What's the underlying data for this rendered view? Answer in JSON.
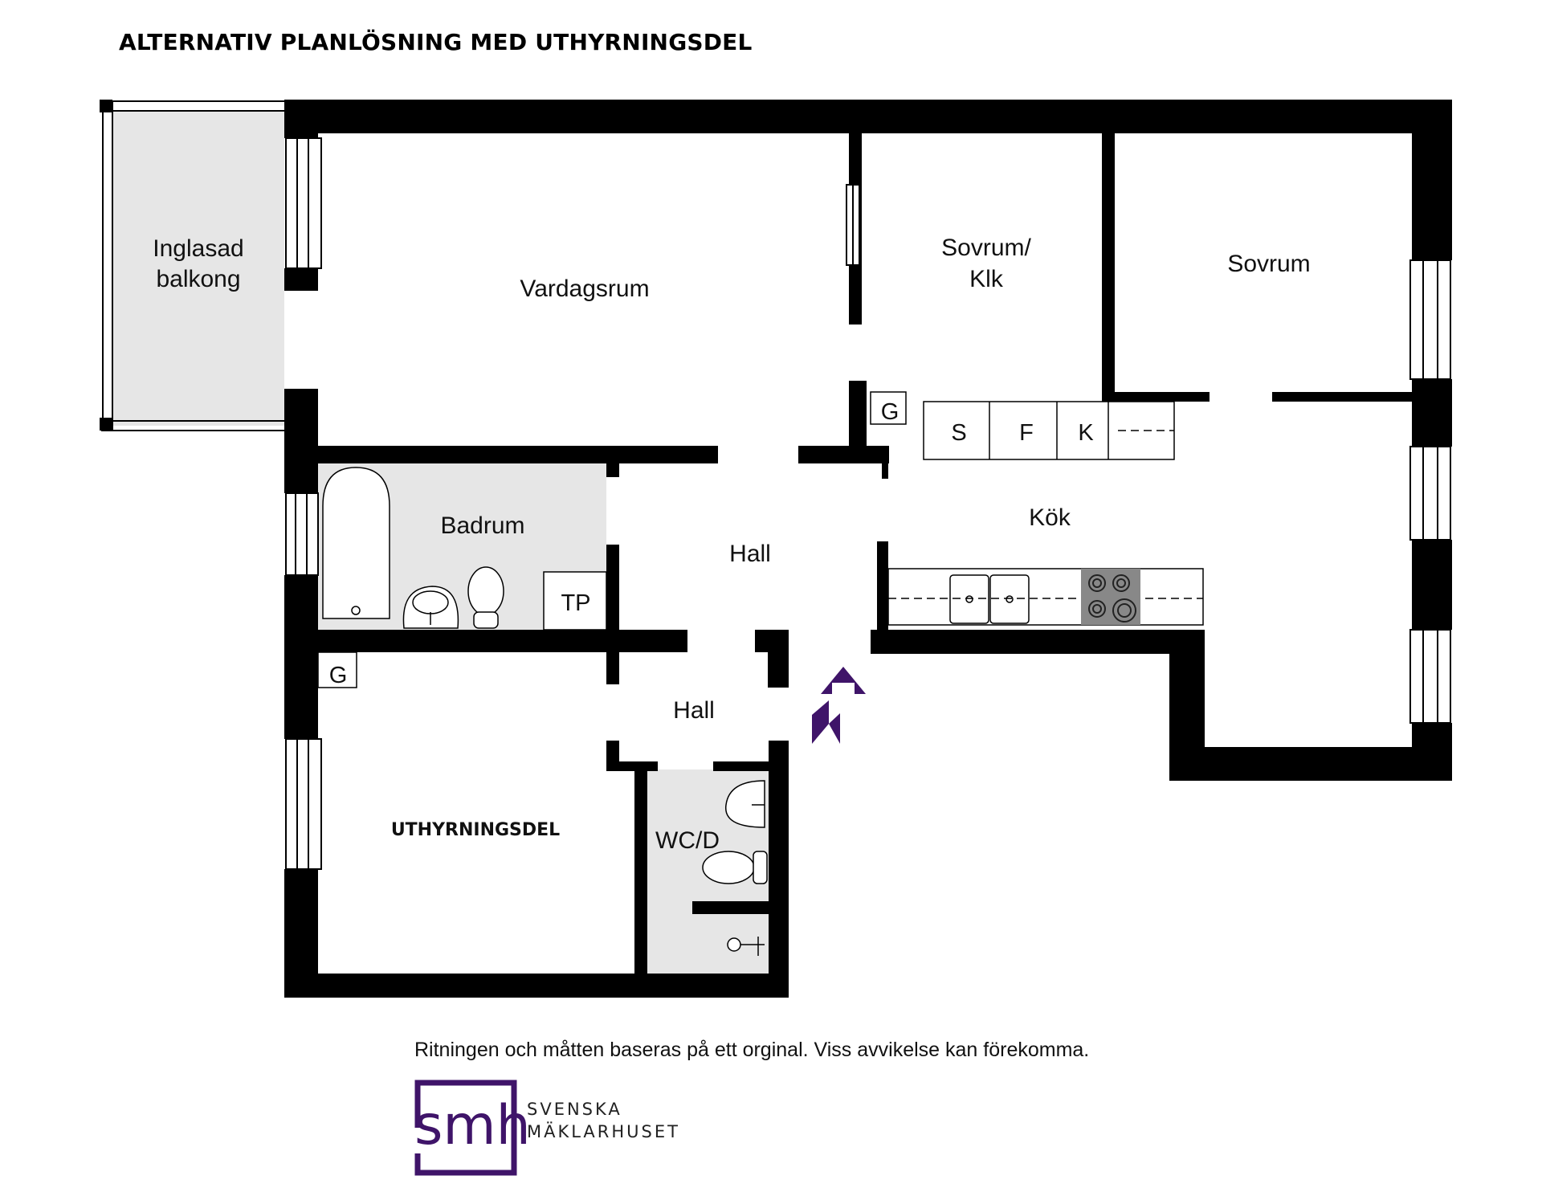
{
  "title": "ALTERNATIV PLANLÖSNING MED UTHYRNINGSDEL",
  "rooms": {
    "balcony_line1": "Inglasad",
    "balcony_line2": "balkong",
    "living": "Vardagsrum",
    "bedroom_study_line1": "Sovrum/",
    "bedroom_study_line2": "Klk",
    "bedroom": "Sovrum",
    "bathroom": "Badrum",
    "hall_main": "Hall",
    "kitchen": "Kök",
    "hall_rental": "Hall",
    "rental_unit": "UTHYRNINGSDEL",
    "wc": "WC/D"
  },
  "fixtures": {
    "closet_upper": "G",
    "closet_rental": "G",
    "laundry": "TP",
    "storage_s": "S",
    "fridge": "F",
    "freezer": "K"
  },
  "disclaimer": "Ritningen och måtten baseras på ett orginal. Viss avvikelse kan förekomma.",
  "logo": {
    "mark": "smh",
    "line1": "SVENSKA",
    "line2": "MÄKLARHUSET"
  },
  "colors": {
    "wall": "#000000",
    "wet_area": "#e6e6e6",
    "entrance_arrow": "#3f1469",
    "brand": "#3f1469"
  }
}
